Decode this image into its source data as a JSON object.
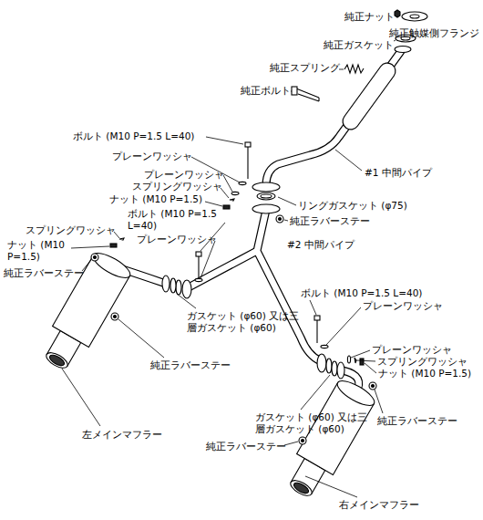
{
  "diagram": {
    "labels": [
      "純正ナット",
      "純正触媒側フランジ",
      "純正ガスケット",
      "純正スプリング",
      "純正ボルト",
      "#1 中間パイプ",
      "ボルト (M10 P=1.5 L=40)",
      "プレーンワッシャ",
      "プレーンワッシャ",
      "スプリングワッシャ",
      "ナット (M10 P=1.5)",
      "リングガスケット (φ75)",
      "ボルト (M10 P=1.5 L=40)",
      "スプリングワッシャ",
      "純正ラバーステー",
      "ナット (M10 P=1.5)",
      "プレーンワッシャ",
      "#2 中間パイプ",
      "純正ラバーステー",
      "ボルト (M10 P=1.5 L=40)",
      "プレーンワッシャ",
      "ガスケット (φ60) 又は三層ガスケット (φ60)",
      "プレーンワッシャ",
      "スプリングワッシャ",
      "ナット (M10 P=1.5)",
      "純正ラバーステー",
      "左メインマフラー",
      "ガスケット (φ60) 又は三層ガスケット (φ60)",
      "純正ラバーステー",
      "純正ラバーステー",
      "右メインマフラー"
    ]
  }
}
